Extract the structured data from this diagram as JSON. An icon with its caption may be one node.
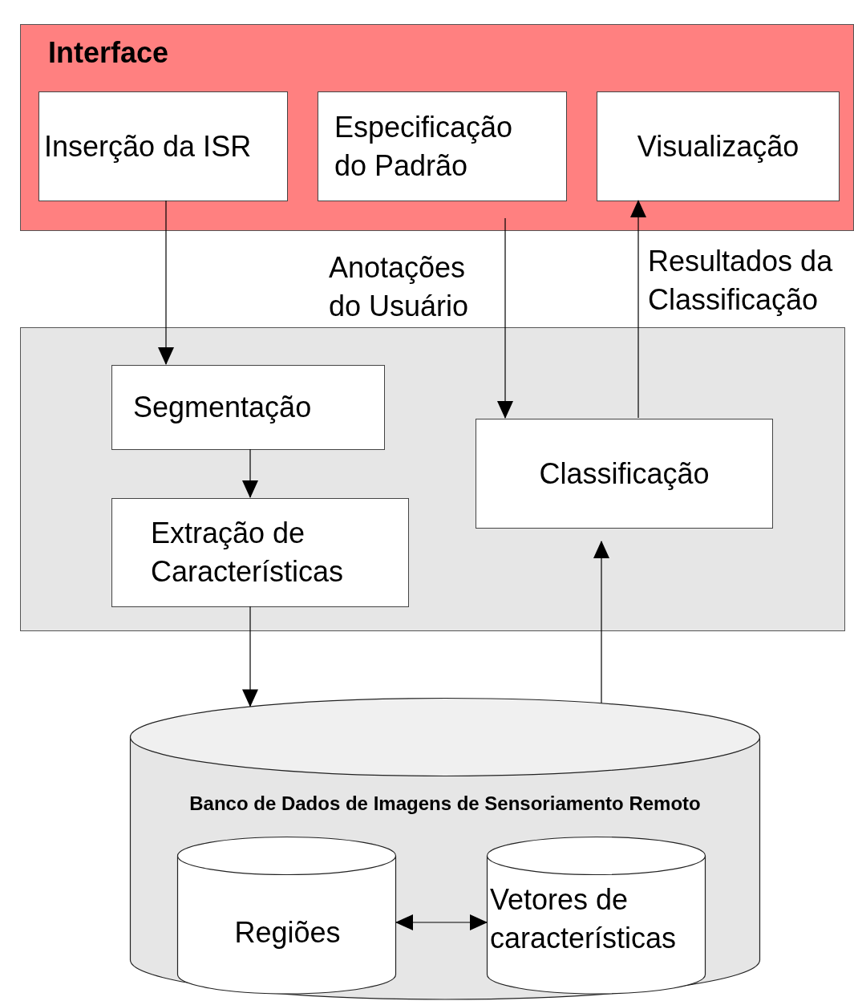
{
  "diagram": {
    "nodes": [
      {
        "text": [
          "Interface"
        ]
      },
      {
        "text": [
          "Inserção da ISR"
        ],
        "in": 0
      },
      {
        "text": [
          "Especificação do Padrão"
        ],
        "in": 0
      },
      {
        "text": [
          "Visualização"
        ],
        "in": 0
      },
      {
        "text": [],
        "shape": "box"
      },
      {
        "text": [
          "Segmentação"
        ],
        "in": 4
      },
      {
        "text": [
          "Extração de Características"
        ],
        "in": 4
      },
      {
        "text": [
          "Classificação"
        ],
        "in": 4
      },
      {
        "text": [
          "Banco de Dados de Imagens de Sensoriamento Remoto"
        ]
      },
      {
        "text": [
          "Regiões"
        ],
        "in": 8
      },
      {
        "text": [
          "Vetores de características"
        ],
        "in": 8
      }
    ],
    "edges": [
      {
        "from": 1,
        "to": 5,
        "arrow": "to"
      },
      {
        "from": 2,
        "to": 7,
        "arrow": "to",
        "label": "Anotações do Usuário"
      },
      {
        "from": 7,
        "to": 3,
        "arrow": "to",
        "label": "Resultados da Classificação"
      },
      {
        "from": 5,
        "to": 6,
        "arrow": "to"
      },
      {
        "from": 6,
        "to": 8,
        "arrow": "to"
      },
      {
        "from": 8,
        "to": 7,
        "arrow": "to"
      },
      {
        "from": 9,
        "to": 10,
        "arrow": "both"
      }
    ]
  }
}
